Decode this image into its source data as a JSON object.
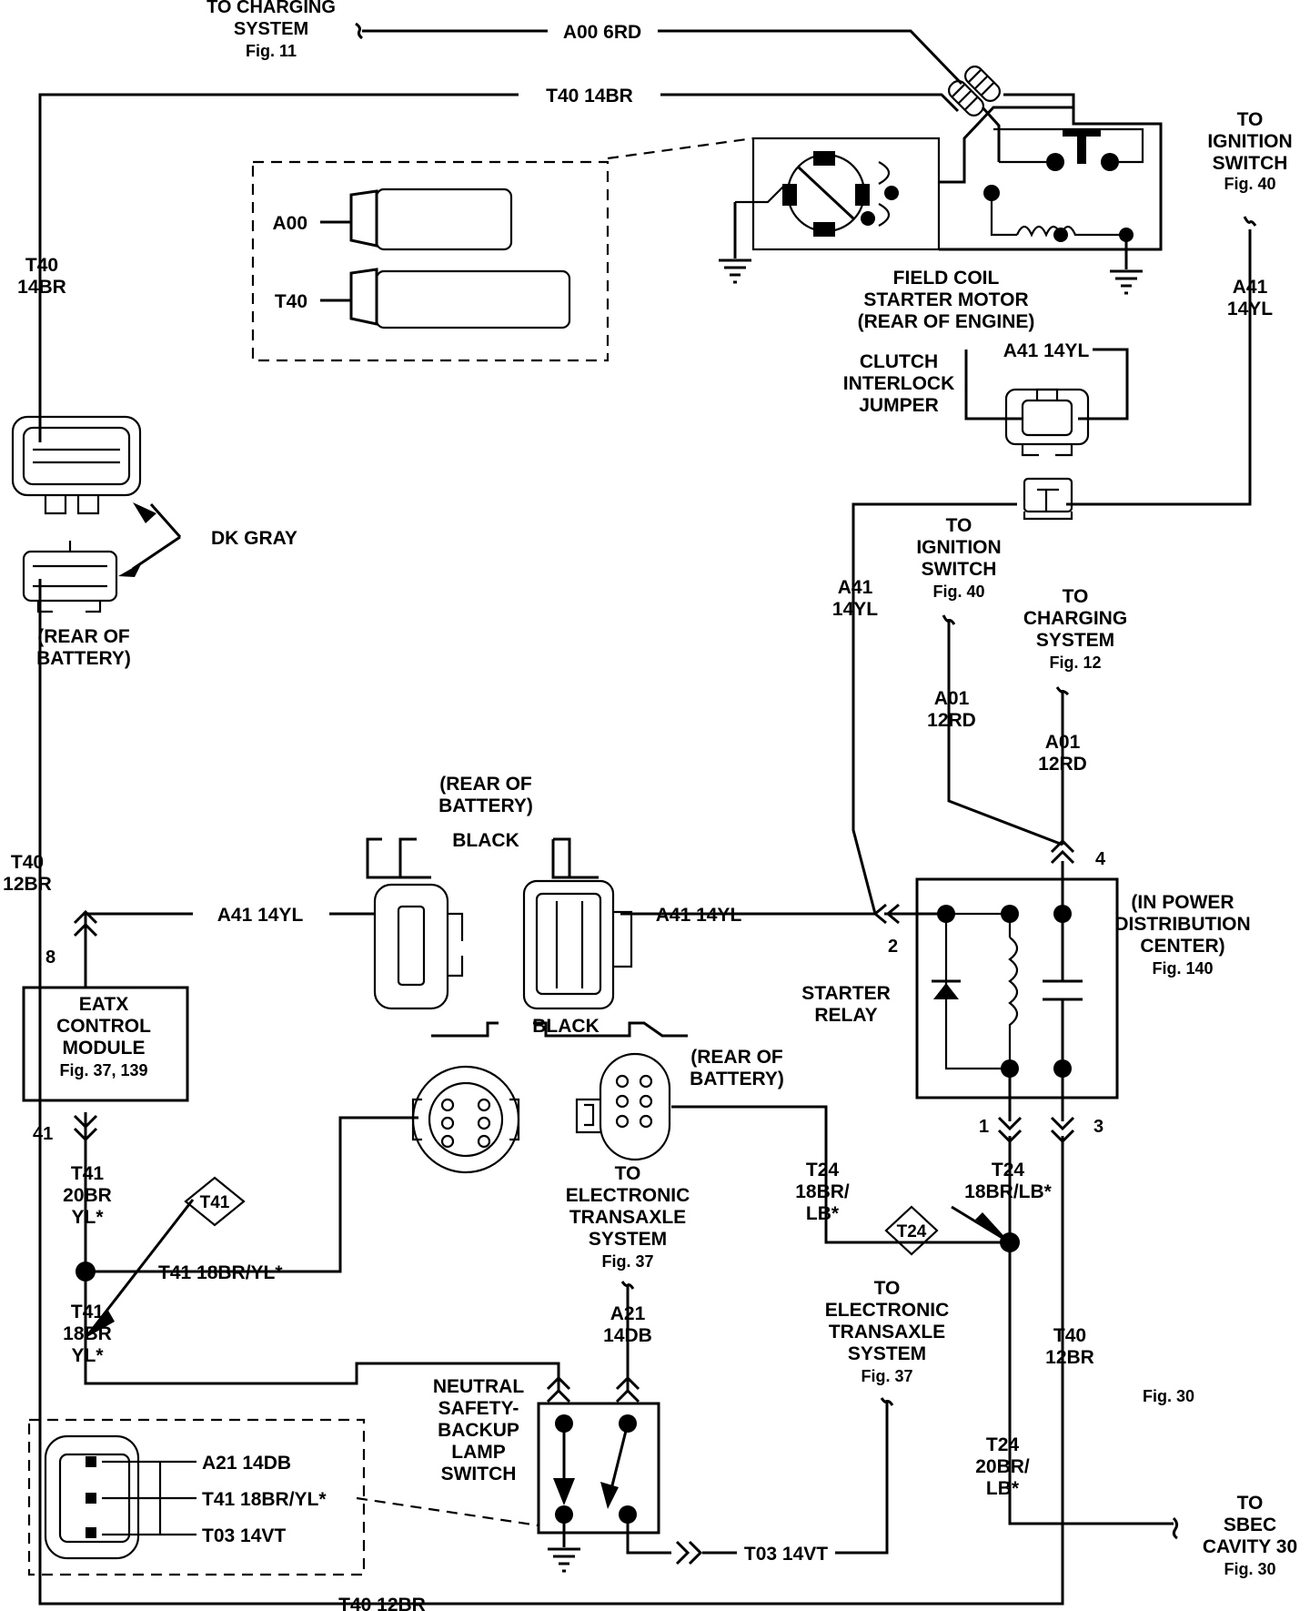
{
  "labels": {
    "to_charging_top": [
      "TO CHARGING",
      "SYSTEM",
      "Fig. 11"
    ],
    "a00_wire": "A00 6RD",
    "t40_top_wire": "T40 14BR",
    "to_ignition_top": [
      "TO",
      "IGNITION",
      "SWITCH",
      "Fig. 40"
    ],
    "a41_right_vertical": [
      "A41",
      "14YL"
    ],
    "inset_a00": "A00",
    "inset_t40": "T40",
    "starter_motor": [
      "FIELD COIL",
      "STARTER MOTOR",
      "(REAR OF ENGINE)"
    ],
    "clutch_jumper": [
      "CLUTCH",
      "INTERLOCK",
      "JUMPER"
    ],
    "clutch_jumper_wire": "A41 14YL",
    "t40_left_upper": [
      "T40",
      "14BR"
    ],
    "dk_gray": "DK GRAY",
    "rear_battery_left": [
      "(REAR OF",
      "BATTERY)"
    ],
    "a41_mid_vertical": [
      "A41",
      "14YL"
    ],
    "to_ignition_mid": [
      "TO",
      "IGNITION",
      "SWITCH",
      "Fig. 40"
    ],
    "to_charging_mid": [
      "TO",
      "CHARGING",
      "SYSTEM",
      "Fig. 12"
    ],
    "a01_left": [
      "A01",
      "12RD"
    ],
    "a01_right": [
      "A01",
      "12RD"
    ],
    "rear_battery_top": [
      "(REAR OF",
      "BATTERY)"
    ],
    "black_top": "BLACK",
    "t40_left_lower": [
      "T40",
      "12BR"
    ],
    "pin_8": "8",
    "a41_left_wire": "A41 14YL",
    "a41_right_wire": "A41 14YL",
    "pin_2": "2",
    "pin_4": "4",
    "power_dist": [
      "(IN POWER",
      "DISTRIBUTION",
      "CENTER)",
      "Fig. 140"
    ],
    "eatx_module": [
      "EATX",
      "CONTROL",
      "MODULE",
      "Fig. 37, 139"
    ],
    "starter_relay": [
      "STARTER",
      "RELAY"
    ],
    "black_bottom": "BLACK",
    "rear_battery_right": [
      "(REAR OF",
      "BATTERY)"
    ],
    "pin_41": "41",
    "pin_1": "1",
    "pin_3": "3",
    "t41_20br": [
      "T41",
      "20BR",
      "YL*"
    ],
    "t41_badge": "T41",
    "to_etx_mid": [
      "TO",
      "ELECTRONIC",
      "TRANSAXLE",
      "SYSTEM",
      "Fig. 37"
    ],
    "t24_18br_left": [
      "T24",
      "18BR/",
      "LB*"
    ],
    "t24_badge": "T24",
    "t24_18br_right": [
      "T24",
      "18BR/LB*"
    ],
    "t41_18br_horizontal": "T41   18BR/YL*",
    "t41_18br_vertical": [
      "T41",
      "18BR",
      "YL*"
    ],
    "a21_vertical": [
      "A21",
      "14DB"
    ],
    "to_etx_right": [
      "TO",
      "ELECTRONIC",
      "TRANSAXLE",
      "SYSTEM",
      "Fig. 37"
    ],
    "t40_12br_right": [
      "T40",
      "12BR"
    ],
    "fig_30": "Fig. 30",
    "neutral_switch": [
      "NEUTRAL",
      "SAFETY-",
      "BACKUP",
      "LAMP",
      "SWITCH"
    ],
    "inset_a21": "A21 14DB",
    "inset_t41": "T41 18BR/YL*",
    "inset_t03": "T03 14VT",
    "t24_20br": [
      "T24",
      "20BR/",
      "LB*"
    ],
    "to_sbec": [
      "TO",
      "SBEC",
      "CAVITY 30",
      "Fig. 30"
    ],
    "t03_wire": "T03 14VT",
    "t40_bottom_wire": "T40 12BR"
  }
}
